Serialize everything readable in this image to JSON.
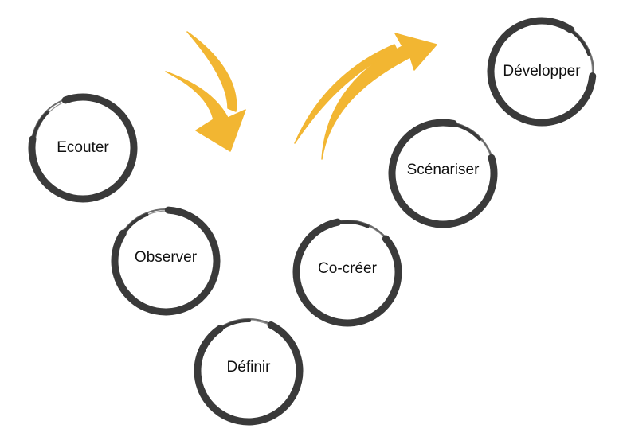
{
  "steps": [
    {
      "id": "ecouter",
      "label": "Ecouter"
    },
    {
      "id": "observer",
      "label": "Observer"
    },
    {
      "id": "definir",
      "label": "Définir"
    },
    {
      "id": "co-creer",
      "label": "Co-créer"
    },
    {
      "id": "scenariser",
      "label": "Scénariser"
    },
    {
      "id": "developper",
      "label": "Développer"
    }
  ],
  "colors": {
    "ring": "#3a3a3a",
    "arrow": "#f2b632",
    "text": "#111111"
  },
  "icons": [
    "down-arrow-icon",
    "up-arrow-icon"
  ]
}
